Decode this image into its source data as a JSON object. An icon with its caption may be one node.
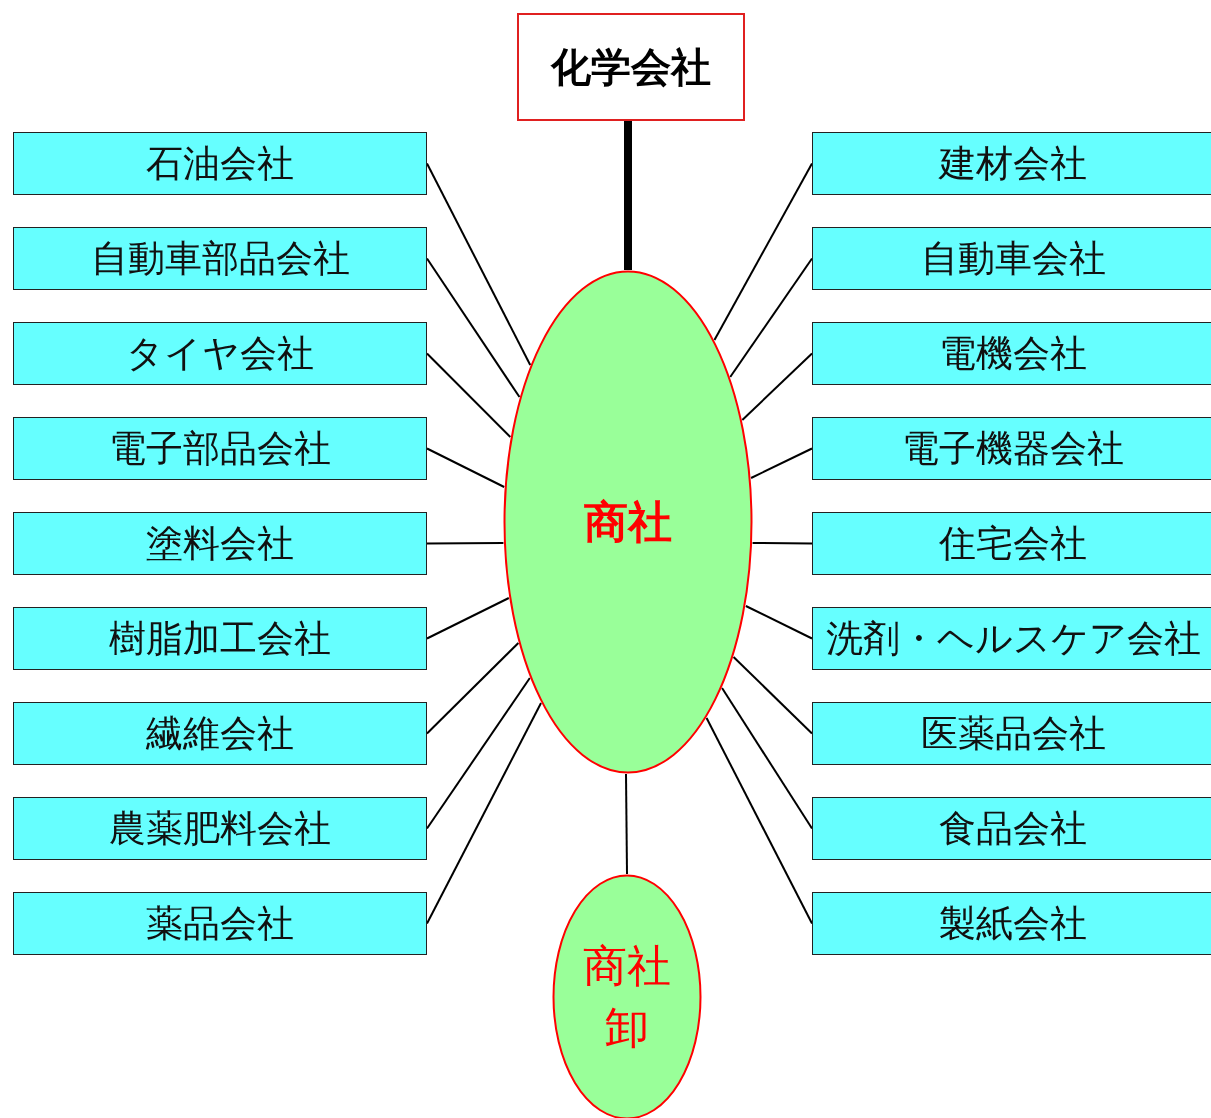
{
  "diagram": {
    "nodes": [
      {
        "text": [
          "化学会社"
        ]
      },
      {
        "text": [
          "商社"
        ]
      },
      {
        "text": [
          "石油会社"
        ]
      },
      {
        "text": [
          "自動車部品会社"
        ]
      },
      {
        "text": [
          "タイヤ会社"
        ]
      },
      {
        "text": [
          "電子部品会社"
        ]
      },
      {
        "text": [
          "塗料会社"
        ]
      },
      {
        "text": [
          "樹脂加工会社"
        ]
      },
      {
        "text": [
          "繊維会社"
        ]
      },
      {
        "text": [
          "農薬肥料会社"
        ]
      },
      {
        "text": [
          "薬品会社"
        ]
      },
      {
        "text": [
          "建材会社"
        ]
      },
      {
        "text": [
          "自動車会社"
        ]
      },
      {
        "text": [
          "電機会社"
        ]
      },
      {
        "text": [
          "電子機器会社"
        ]
      },
      {
        "text": [
          "住宅会社"
        ]
      },
      {
        "text": [
          "洗剤・ヘルスケア会社"
        ]
      },
      {
        "text": [
          "医薬品会社"
        ]
      },
      {
        "text": [
          "食品会社"
        ]
      },
      {
        "text": [
          "製紙会社"
        ]
      },
      {
        "text": [
          "商社卸"
        ]
      }
    ],
    "edges": [
      {
        "from": 0,
        "to": 1,
        "arrow": "none",
        "style": "thick"
      },
      {
        "from": 2,
        "to": 1,
        "arrow": "none"
      },
      {
        "from": 3,
        "to": 1,
        "arrow": "none"
      },
      {
        "from": 4,
        "to": 1,
        "arrow": "none"
      },
      {
        "from": 5,
        "to": 1,
        "arrow": "none"
      },
      {
        "from": 6,
        "to": 1,
        "arrow": "none"
      },
      {
        "from": 7,
        "to": 1,
        "arrow": "none"
      },
      {
        "from": 8,
        "to": 1,
        "arrow": "none"
      },
      {
        "from": 9,
        "to": 1,
        "arrow": "none"
      },
      {
        "from": 10,
        "to": 1,
        "arrow": "none"
      },
      {
        "from": 11,
        "to": 1,
        "arrow": "none"
      },
      {
        "from": 12,
        "to": 1,
        "arrow": "none"
      },
      {
        "from": 13,
        "to": 1,
        "arrow": "none"
      },
      {
        "from": 14,
        "to": 1,
        "arrow": "none"
      },
      {
        "from": 15,
        "to": 1,
        "arrow": "none"
      },
      {
        "from": 16,
        "to": 1,
        "arrow": "none"
      },
      {
        "from": 17,
        "to": 1,
        "arrow": "none"
      },
      {
        "from": 18,
        "to": 1,
        "arrow": "none"
      },
      {
        "from": 19,
        "to": 1,
        "arrow": "none"
      },
      {
        "from": 1,
        "to": 20,
        "arrow": "none"
      }
    ]
  }
}
